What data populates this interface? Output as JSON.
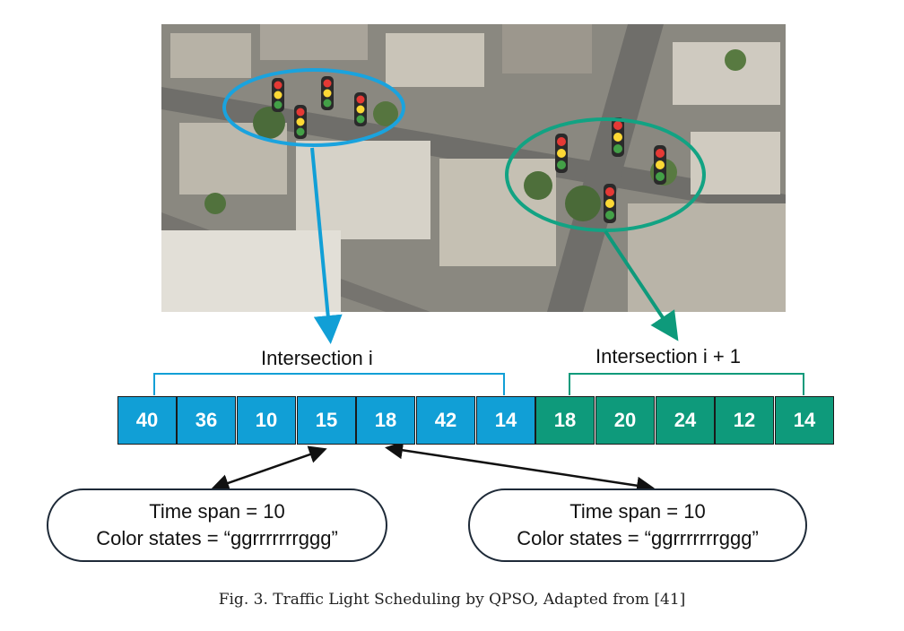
{
  "intersection_left": {
    "label": "Intersection i",
    "values": [
      "40",
      "36",
      "10",
      "15",
      "18",
      "42",
      "14"
    ],
    "color": "#119fd6"
  },
  "intersection_right": {
    "label": "Intersection i + 1",
    "values": [
      "18",
      "20",
      "24",
      "12",
      "14"
    ],
    "color": "#0e9a7b"
  },
  "bubble_left": {
    "time_span": "Time span = 10",
    "color_states": "Color states = “ggrrrrrrrggg”"
  },
  "bubble_right": {
    "time_span": "Time span = 10",
    "color_states": "Color states = “ggrrrrrrrggg”"
  },
  "caption": "Fig. 3.  Traffic Light Scheduling by QPSO, Adapted from [41]"
}
